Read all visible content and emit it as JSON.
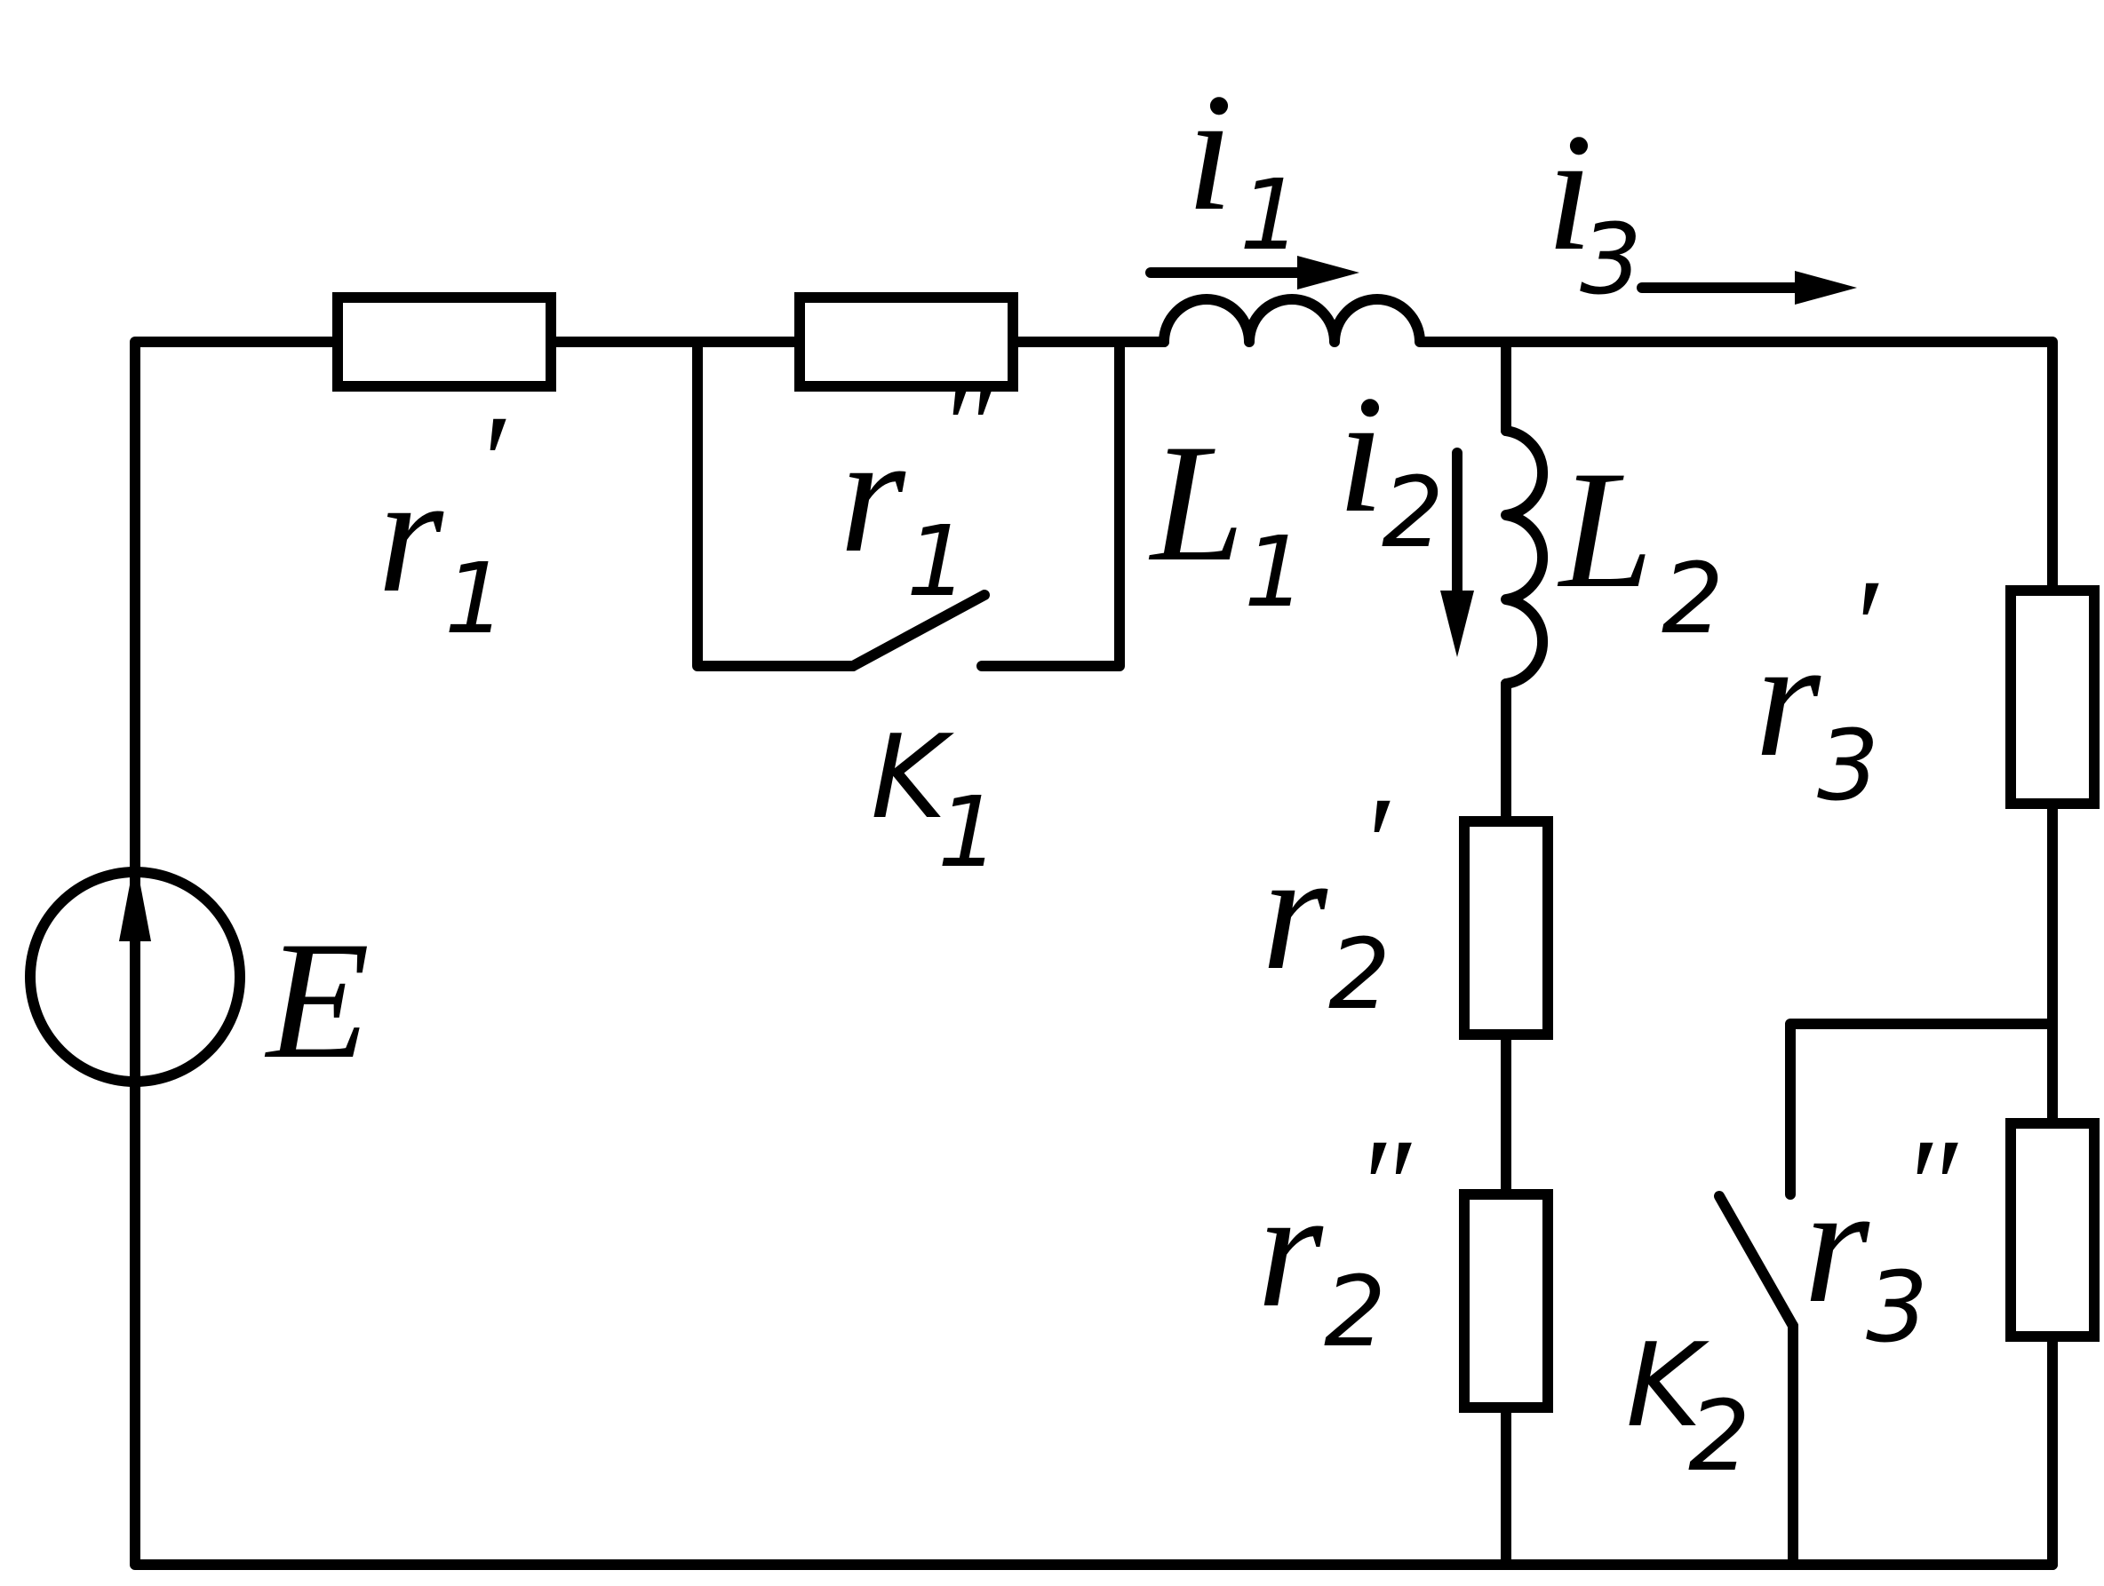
{
  "diagram": {
    "source": {
      "symbol": "E"
    },
    "resistors": [
      {
        "id": "r1p",
        "base": "r",
        "sub": "1",
        "prime": "′"
      },
      {
        "id": "r1pp",
        "base": "r",
        "sub": "1",
        "prime": "″"
      },
      {
        "id": "r2p",
        "base": "r",
        "sub": "2",
        "prime": "′"
      },
      {
        "id": "r2pp",
        "base": "r",
        "sub": "2",
        "prime": "″"
      },
      {
        "id": "r3p",
        "base": "r",
        "sub": "3",
        "prime": "′"
      },
      {
        "id": "r3pp",
        "base": "r",
        "sub": "3",
        "prime": "″"
      }
    ],
    "inductors": [
      {
        "id": "L1",
        "base": "L",
        "sub": "1"
      },
      {
        "id": "L2",
        "base": "L",
        "sub": "2"
      }
    ],
    "switches": [
      {
        "id": "K1",
        "base": "K",
        "sub": "1"
      },
      {
        "id": "K2",
        "base": "K",
        "sub": "2"
      }
    ],
    "currents": [
      {
        "id": "i1",
        "base": "i",
        "sub": "1"
      },
      {
        "id": "i2",
        "base": "i",
        "sub": "2"
      },
      {
        "id": "i3",
        "base": "i",
        "sub": "3"
      }
    ]
  }
}
